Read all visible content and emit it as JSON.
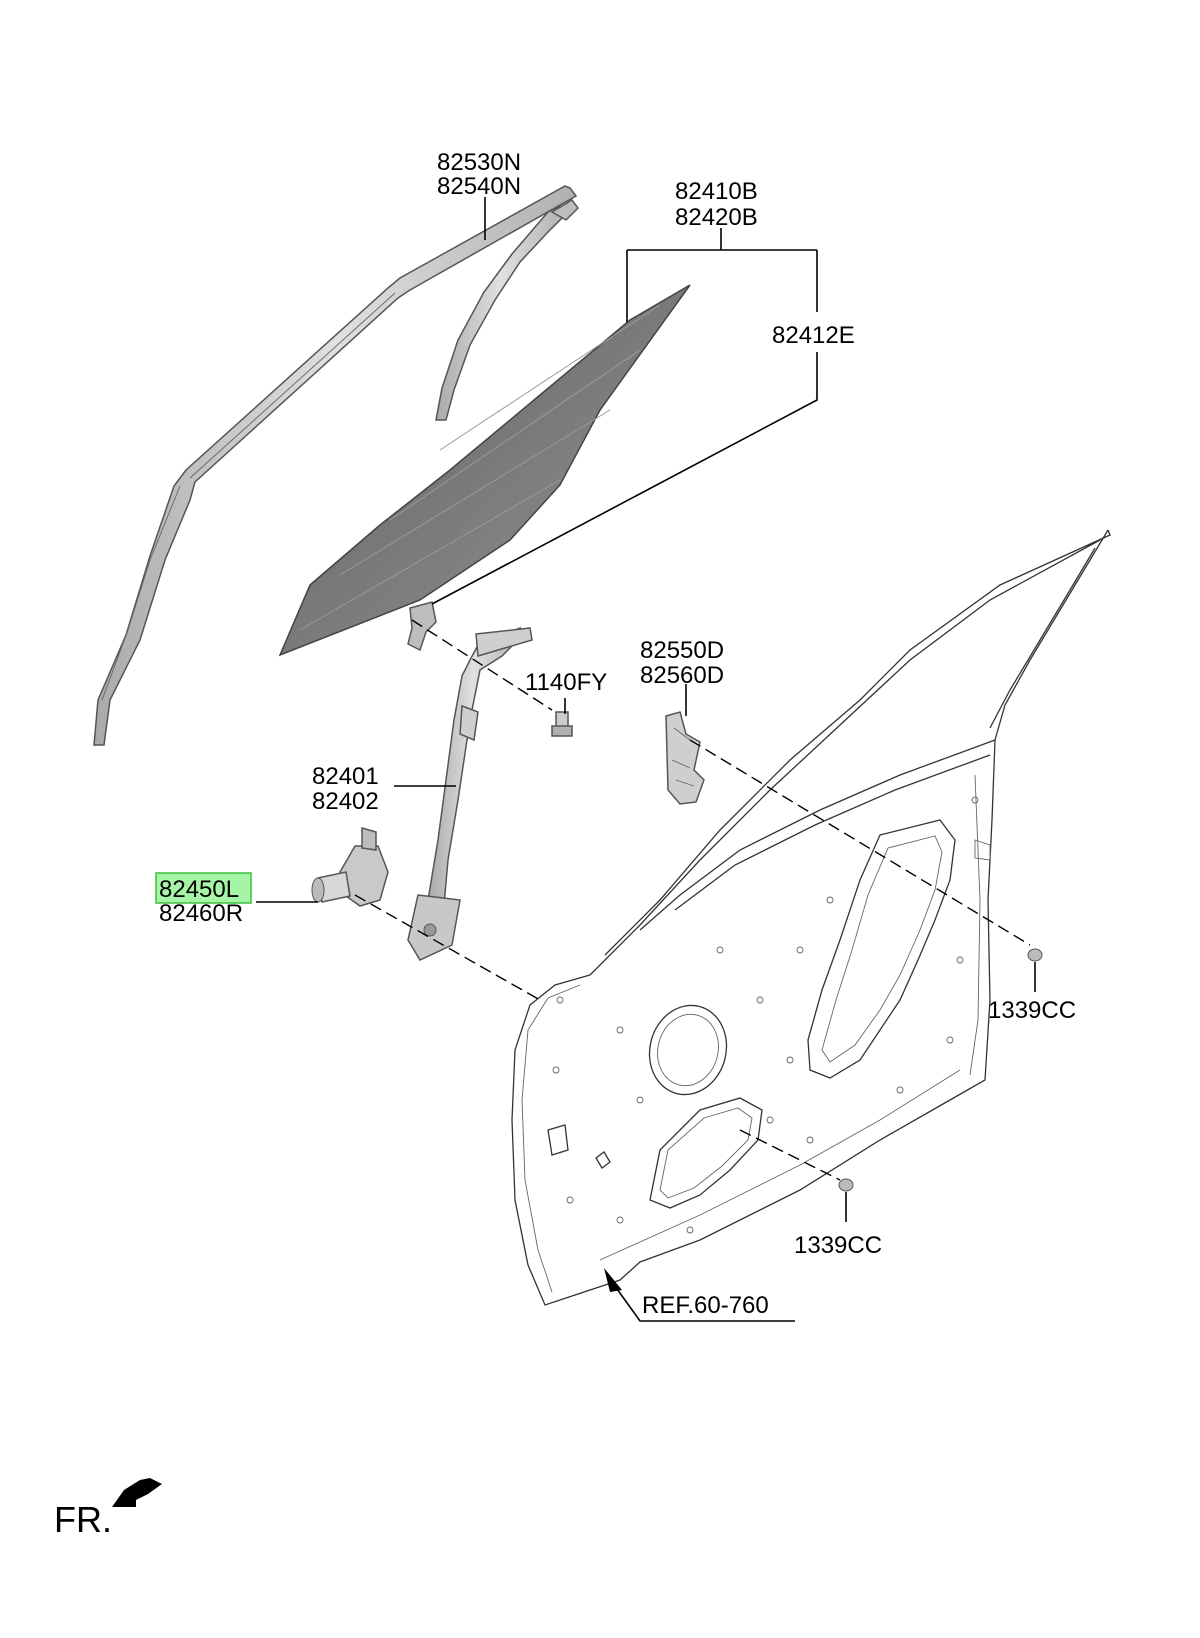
{
  "diagram": {
    "labels": {
      "belt_moulding_outer": "82530N",
      "belt_moulding_outer_rh": "82540N",
      "glass_lh": "82410B",
      "glass_rh": "82420B",
      "glass_sub": "82412E",
      "bolt": "1140FY",
      "run_channel_lh": "82550D",
      "run_channel_rh": "82560D",
      "regulator_lh": "82401",
      "regulator_rh": "82402",
      "motor_lh": "82450L",
      "motor_rh": "82460R",
      "grommet_upper": "1339CC",
      "grommet_lower": "1339CC",
      "reference": "REF.60-760",
      "front_indicator": "FR."
    },
    "colors": {
      "highlight_fill": "#a6f5a6",
      "highlight_stroke": "#3cbf3c",
      "glass_dark": "#6e6e6e",
      "glass_light": "#9a9a9a",
      "part_fill": "#c4c4c4"
    }
  }
}
